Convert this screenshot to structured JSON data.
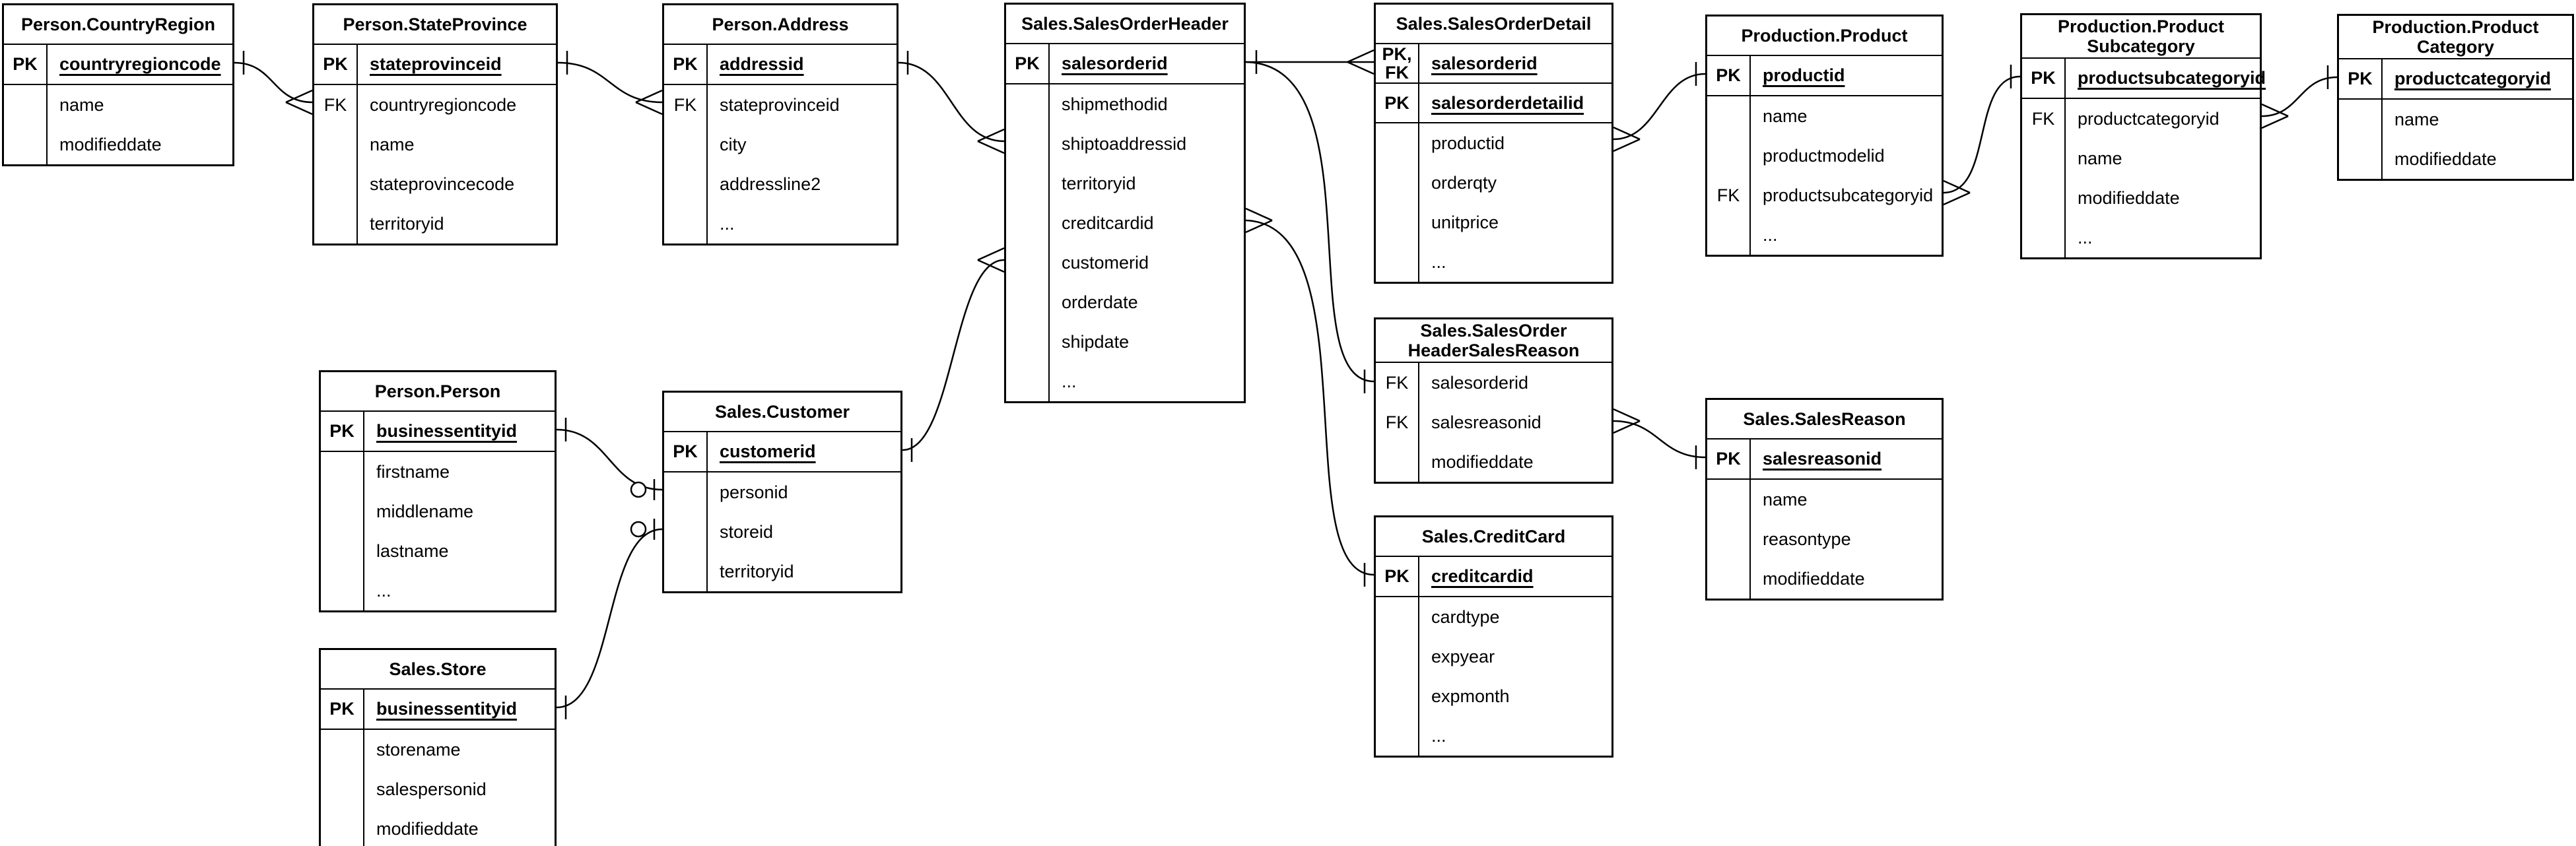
{
  "diagram": {
    "kind": "entity-relationship-diagram",
    "background_color": "#ffffff",
    "line_color": "#000000",
    "text_color": "#000000"
  },
  "entities": [
    {
      "name": "Person.CountryRegion",
      "title_line1": "Person.CountryRegion",
      "rows": [
        {
          "key": "PK",
          "name": "countryregioncode"
        },
        {
          "key": "",
          "name": "name"
        },
        {
          "key": "",
          "name": "modifieddate"
        }
      ]
    },
    {
      "name": "Person.StateProvince",
      "title_line1": "Person.StateProvince",
      "rows": [
        {
          "key": "PK",
          "name": "stateprovinceid"
        },
        {
          "key": "FK",
          "name": "countryregioncode"
        },
        {
          "key": "",
          "name": "name"
        },
        {
          "key": "",
          "name": "stateprovincecode"
        },
        {
          "key": "",
          "name": "territoryid"
        }
      ]
    },
    {
      "name": "Person.Address",
      "title_line1": "Person.Address",
      "rows": [
        {
          "key": "PK",
          "name": "addressid"
        },
        {
          "key": "FK",
          "name": "stateprovinceid"
        },
        {
          "key": "",
          "name": "city"
        },
        {
          "key": "",
          "name": "addressline2"
        },
        {
          "key": "",
          "name": "..."
        }
      ]
    },
    {
      "name": "Sales.SalesOrderHeader",
      "title_line1": "Sales.SalesOrderHeader",
      "rows": [
        {
          "key": "PK",
          "name": "salesorderid"
        },
        {
          "key": "",
          "name": "shipmethodid"
        },
        {
          "key": "",
          "name": "shiptoaddressid"
        },
        {
          "key": "",
          "name": "territoryid"
        },
        {
          "key": "",
          "name": "creditcardid"
        },
        {
          "key": "",
          "name": "customerid"
        },
        {
          "key": "",
          "name": "orderdate"
        },
        {
          "key": "",
          "name": "shipdate"
        },
        {
          "key": "",
          "name": "..."
        }
      ]
    },
    {
      "name": "Sales.SalesOrderDetail",
      "title_line1": "Sales.SalesOrderDetail",
      "rows": [
        {
          "key": "PK,",
          "key2": "FK",
          "name": "salesorderid"
        },
        {
          "key": "PK",
          "name": "salesorderdetailid"
        },
        {
          "key": "",
          "name": "productid"
        },
        {
          "key": "",
          "name": "orderqty"
        },
        {
          "key": "",
          "name": "unitprice"
        },
        {
          "key": "",
          "name": "..."
        }
      ]
    },
    {
      "name": "Production.Product",
      "title_line1": "Production.Product",
      "rows": [
        {
          "key": "PK",
          "name": "productid"
        },
        {
          "key": "",
          "name": "name"
        },
        {
          "key": "",
          "name": "productmodelid"
        },
        {
          "key": "FK",
          "name": "productsubcategoryid"
        },
        {
          "key": "",
          "name": "..."
        }
      ]
    },
    {
      "name": "Production.ProductSubcategory",
      "title_line1": "Production.Product",
      "title_line2": "Subcategory",
      "rows": [
        {
          "key": "PK",
          "name": "productsubcategoryid"
        },
        {
          "key": "FK",
          "name": "productcategoryid"
        },
        {
          "key": "",
          "name": "name"
        },
        {
          "key": "",
          "name": "modifieddate"
        },
        {
          "key": "",
          "name": "..."
        }
      ]
    },
    {
      "name": "Production.ProductCategory",
      "title_line1": "Production.Product",
      "title_line2": "Category",
      "rows": [
        {
          "key": "PK",
          "name": "productcategoryid"
        },
        {
          "key": "",
          "name": "name"
        },
        {
          "key": "",
          "name": "modifieddate"
        }
      ]
    },
    {
      "name": "Sales.SalesOrderHeaderSalesReason",
      "title_line1": "Sales.SalesOrder",
      "title_line2": "HeaderSalesReason",
      "rows": [
        {
          "key": "FK",
          "name": "salesorderid"
        },
        {
          "key": "FK",
          "name": "salesreasonid"
        },
        {
          "key": "",
          "name": "modifieddate"
        }
      ]
    },
    {
      "name": "Sales.SalesReason",
      "title_line1": "Sales.SalesReason",
      "rows": [
        {
          "key": "PK",
          "name": "salesreasonid"
        },
        {
          "key": "",
          "name": "name"
        },
        {
          "key": "",
          "name": "reasontype"
        },
        {
          "key": "",
          "name": "modifieddate"
        }
      ]
    },
    {
      "name": "Sales.CreditCard",
      "title_line1": "Sales.CreditCard",
      "rows": [
        {
          "key": "PK",
          "name": "creditcardid"
        },
        {
          "key": "",
          "name": "cardtype"
        },
        {
          "key": "",
          "name": "expyear"
        },
        {
          "key": "",
          "name": "expmonth"
        },
        {
          "key": "",
          "name": "..."
        }
      ]
    },
    {
      "name": "Person.Person",
      "title_line1": "Person.Person",
      "rows": [
        {
          "key": "PK",
          "name": "businessentityid"
        },
        {
          "key": "",
          "name": "firstname"
        },
        {
          "key": "",
          "name": "middlename"
        },
        {
          "key": "",
          "name": "lastname"
        },
        {
          "key": "",
          "name": "..."
        }
      ]
    },
    {
      "name": "Sales.Customer",
      "title_line1": "Sales.Customer",
      "rows": [
        {
          "key": "PK",
          "name": "customerid"
        },
        {
          "key": "",
          "name": "personid"
        },
        {
          "key": "",
          "name": "storeid"
        },
        {
          "key": "",
          "name": "territoryid"
        }
      ]
    },
    {
      "name": "Sales.Store",
      "title_line1": "Sales.Store",
      "rows": [
        {
          "key": "PK",
          "name": "businessentityid"
        },
        {
          "key": "",
          "name": "storename"
        },
        {
          "key": "",
          "name": "salespersonid"
        },
        {
          "key": "",
          "name": "modifieddate"
        }
      ]
    }
  ],
  "relationships": [
    {
      "from": "Person.CountryRegion.countryregioncode",
      "to": "Person.StateProvince.countryregioncode",
      "from_cardinality": "one",
      "to_cardinality": "many"
    },
    {
      "from": "Person.StateProvince.stateprovinceid",
      "to": "Person.Address.stateprovinceid",
      "from_cardinality": "one",
      "to_cardinality": "many"
    },
    {
      "from": "Person.Address.addressid",
      "to": "Sales.SalesOrderHeader.shiptoaddressid",
      "from_cardinality": "one",
      "to_cardinality": "many"
    },
    {
      "from": "Sales.Customer.customerid",
      "to": "Sales.SalesOrderHeader.customerid",
      "from_cardinality": "one",
      "to_cardinality": "many"
    },
    {
      "from": "Sales.SalesOrderHeader.salesorderid",
      "to": "Sales.SalesOrderDetail.salesorderid",
      "from_cardinality": "one",
      "to_cardinality": "many"
    },
    {
      "from": "Sales.SalesOrderHeader.salesorderid",
      "to": "Sales.SalesOrderHeaderSalesReason.salesorderid",
      "from_cardinality": "one",
      "to_cardinality": "one"
    },
    {
      "from": "Sales.SalesOrderHeader.creditcardid",
      "to": "Sales.CreditCard.creditcardid",
      "from_cardinality": "many",
      "to_cardinality": "one"
    },
    {
      "from": "Sales.SalesOrderDetail.productid",
      "to": "Production.Product.productid",
      "from_cardinality": "many",
      "to_cardinality": "one"
    },
    {
      "from": "Production.Product.productsubcategoryid",
      "to": "Production.ProductSubcategory.productsubcategoryid",
      "from_cardinality": "many",
      "to_cardinality": "one"
    },
    {
      "from": "Production.ProductSubcategory.productcategoryid",
      "to": "Production.ProductCategory.productcategoryid",
      "from_cardinality": "many",
      "to_cardinality": "one"
    },
    {
      "from": "Sales.SalesOrderHeaderSalesReason.salesreasonid",
      "to": "Sales.SalesReason.salesreasonid",
      "from_cardinality": "many",
      "to_cardinality": "one"
    },
    {
      "from": "Person.Person.businessentityid",
      "to": "Sales.Customer.personid",
      "from_cardinality": "one",
      "to_cardinality": "zero-or-one"
    },
    {
      "from": "Sales.Store.businessentityid",
      "to": "Sales.Customer.storeid",
      "from_cardinality": "one",
      "to_cardinality": "zero-or-one"
    }
  ]
}
